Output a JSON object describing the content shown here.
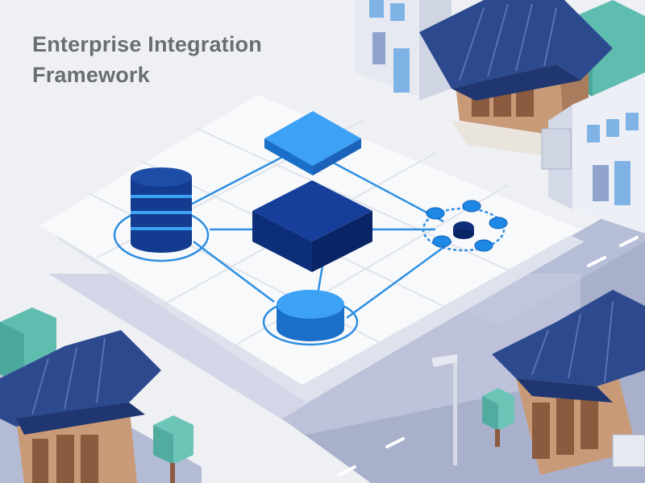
{
  "title": {
    "line1": "Enterprise Integration",
    "line2": "Framework"
  },
  "colors": {
    "background": "#eef0f4",
    "platform": "#f8f9fb",
    "grid": "#dfe3ea",
    "accent_blue": "#1e88e5",
    "dark_navy": "#0d2f7a",
    "connector": "#2f8fe0",
    "roof": "#2d4a8e",
    "wall": "#c99a78",
    "mint": "#6dc5b8",
    "road": "#9aa3c3"
  },
  "nodes": [
    {
      "id": "database",
      "icon": "database-icon"
    },
    {
      "id": "top-service",
      "icon": "service-block-icon"
    },
    {
      "id": "central-hub",
      "icon": "hub-cube-icon"
    },
    {
      "id": "network",
      "icon": "network-cluster-icon"
    },
    {
      "id": "storage",
      "icon": "storage-disk-icon"
    }
  ]
}
